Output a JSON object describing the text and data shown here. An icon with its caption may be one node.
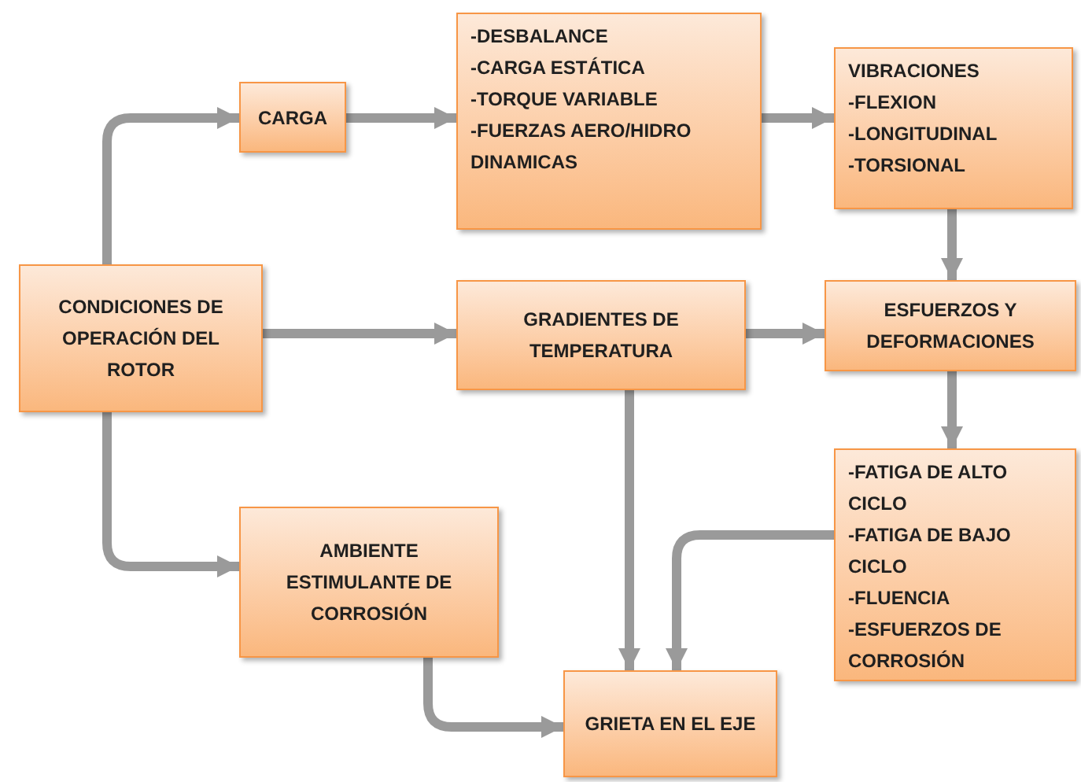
{
  "diagram": {
    "nodes": [
      {
        "text": [
          "CONDICIONES DE OPERACIÓN DEL ROTOR"
        ]
      },
      {
        "text": [
          "CARGA"
        ]
      },
      {
        "text": [
          "-DESBALANCE",
          "-CARGA ESTÁTICA",
          "-TORQUE VARIABLE",
          "-FUERZAS AERO/HIDRO DINAMICAS"
        ]
      },
      {
        "text": [
          "VIBRACIONES",
          "-FLEXION",
          "-LONGITUDINAL",
          "-TORSIONAL"
        ]
      },
      {
        "text": [
          "GRADIENTES DE TEMPERATURA"
        ]
      },
      {
        "text": [
          "ESFUERZOS Y DEFORMACIONES"
        ]
      },
      {
        "text": [
          "AMBIENTE ESTIMULANTE DE CORROSIÓN"
        ]
      },
      {
        "text": [
          "-FATIGA DE ALTO CICLO",
          "-FATIGA DE BAJO CICLO",
          "-FLUENCIA",
          "-ESFUERZOS DE CORROSIÓN"
        ]
      },
      {
        "text": [
          "GRIETA EN EL EJE"
        ]
      }
    ],
    "edges": [
      {
        "from": 0,
        "to": 1,
        "arrow": "to"
      },
      {
        "from": 1,
        "to": 2,
        "arrow": "to"
      },
      {
        "from": 2,
        "to": 3,
        "arrow": "to"
      },
      {
        "from": 3,
        "to": 5,
        "arrow": "to"
      },
      {
        "from": 0,
        "to": 4,
        "arrow": "to"
      },
      {
        "from": 4,
        "to": 5,
        "arrow": "to"
      },
      {
        "from": 5,
        "to": 7,
        "arrow": "to"
      },
      {
        "from": 0,
        "to": 6,
        "arrow": "to"
      },
      {
        "from": 4,
        "to": 8,
        "arrow": "to"
      },
      {
        "from": 7,
        "to": 8,
        "arrow": "to"
      },
      {
        "from": 6,
        "to": 8,
        "arrow": "to"
      }
    ]
  }
}
